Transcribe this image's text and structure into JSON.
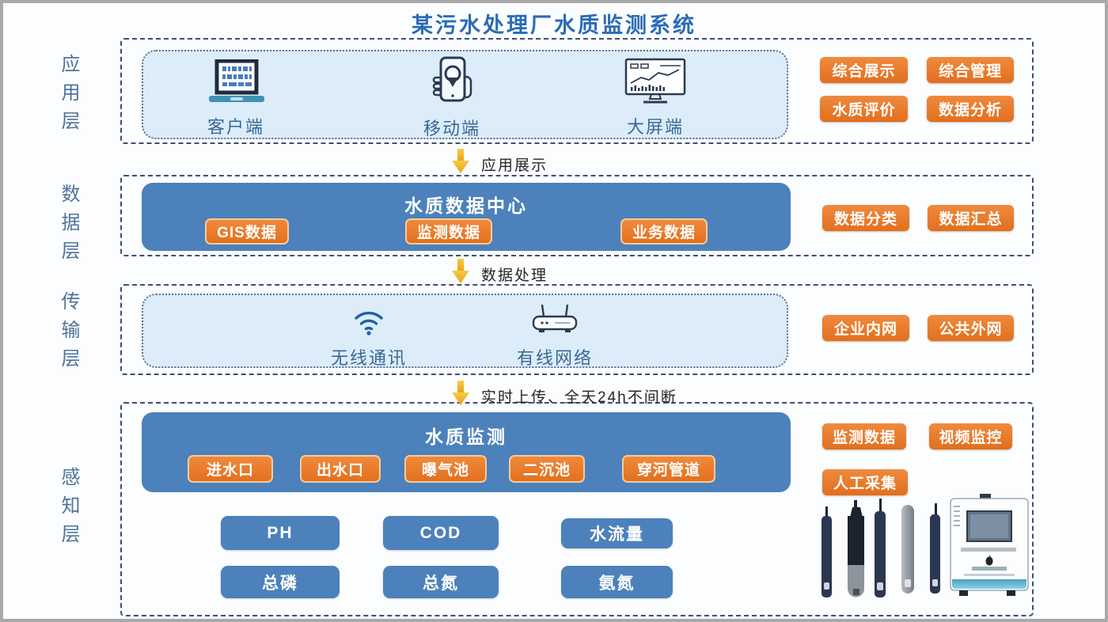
{
  "title": "某污水处理厂水质监测系统",
  "arrows": [
    {
      "label": "应用展示"
    },
    {
      "label": "数据处理"
    },
    {
      "label": "实时上传、全天24h不间断"
    }
  ],
  "application_layer": {
    "side_label": "应用层",
    "endpoints": [
      {
        "label": "客户端",
        "icon": "laptop-icon"
      },
      {
        "label": "移动端",
        "icon": "mobile-icon"
      },
      {
        "label": "大屏端",
        "icon": "bigscreen-icon"
      }
    ],
    "tags": [
      "综合展示",
      "综合管理",
      "水质评价",
      "数据分析"
    ]
  },
  "data_layer": {
    "side_label": "数据层",
    "box_title": "水质数据中心",
    "items": [
      "GIS数据",
      "监测数据",
      "业务数据"
    ],
    "tags": [
      "数据分类",
      "数据汇总"
    ]
  },
  "transmission_layer": {
    "side_label": "传输层",
    "endpoints": [
      {
        "label": "无线通讯",
        "icon": "wifi-icon"
      },
      {
        "label": "有线网络",
        "icon": "router-icon"
      }
    ],
    "tags": [
      "企业内网",
      "公共外网"
    ]
  },
  "perception_layer": {
    "side_label": "感知层",
    "box_title": "水质监测",
    "items": [
      "进水口",
      "出水口",
      "曝气池",
      "二沉池",
      "穿河管道"
    ],
    "parameters": [
      "PH",
      "COD",
      "水流量",
      "总磷",
      "总氮",
      "氨氮"
    ],
    "tags": [
      "监测数据",
      "视频监控",
      "人工采集"
    ]
  },
  "colors": {
    "blue_fill": "#4c81bb",
    "light_blue_fill": "#dcedf9",
    "orange": "#e8772c",
    "dashed_border": "#3d4f73",
    "title_blue": "#2a6cb5",
    "arrow_gold": "#f0b429"
  }
}
